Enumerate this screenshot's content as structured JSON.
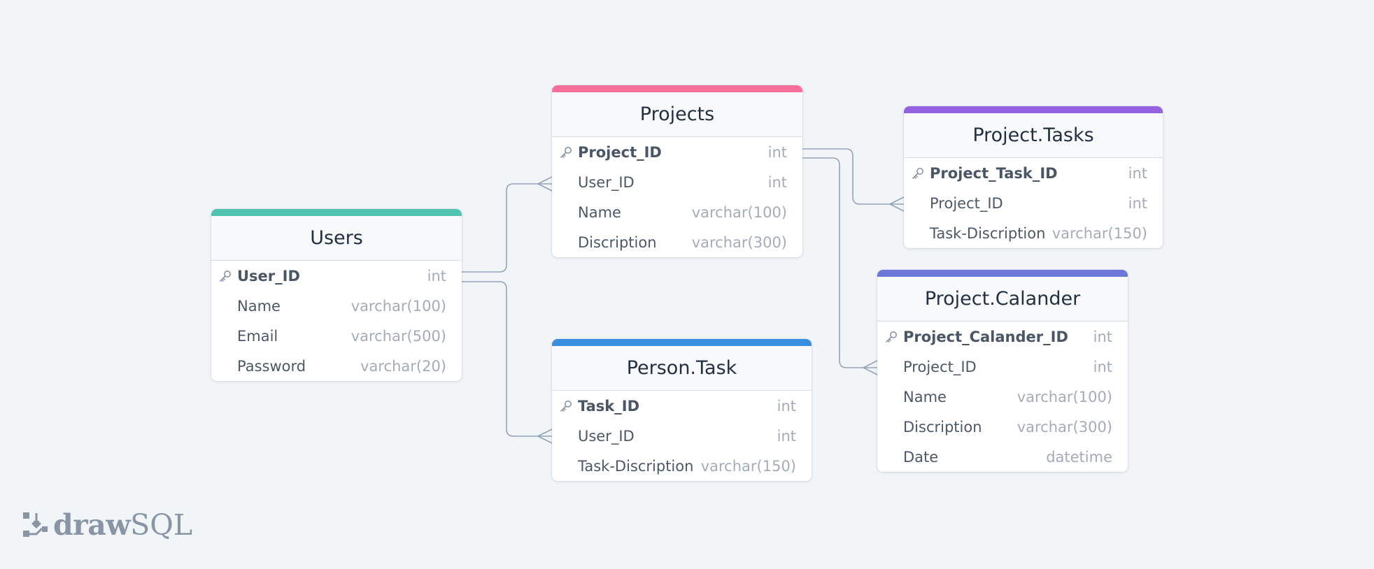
{
  "app": {
    "logo_prefix": "draw",
    "logo_suffix": "SQL"
  },
  "tables": [
    {
      "id": "users",
      "title": "Users",
      "accent": "#4fc4b0",
      "columns": [
        {
          "name": "User_ID",
          "type": "int",
          "pk": true
        },
        {
          "name": "Name",
          "type": "varchar(100)",
          "pk": false
        },
        {
          "name": "Email",
          "type": "varchar(500)",
          "pk": false
        },
        {
          "name": "Password",
          "type": "varchar(20)",
          "pk": false
        }
      ]
    },
    {
      "id": "projects",
      "title": "Projects",
      "accent": "#f86e9a",
      "columns": [
        {
          "name": "Project_ID",
          "type": "int",
          "pk": true
        },
        {
          "name": "User_ID",
          "type": "int",
          "pk": false
        },
        {
          "name": "Name",
          "type": "varchar(100)",
          "pk": false
        },
        {
          "name": "Discription",
          "type": "varchar(300)",
          "pk": false
        }
      ]
    },
    {
      "id": "project-tasks",
      "title": "Project.Tasks",
      "accent": "#9461e0",
      "columns": [
        {
          "name": "Project_Task_ID",
          "type": "int",
          "pk": true
        },
        {
          "name": "Project_ID",
          "type": "int",
          "pk": false
        },
        {
          "name": "Task-Discription",
          "type": "varchar(150)",
          "pk": false
        }
      ]
    },
    {
      "id": "person-task",
      "title": "Person.Task",
      "accent": "#3a8ee0",
      "columns": [
        {
          "name": "Task_ID",
          "type": "int",
          "pk": true
        },
        {
          "name": "User_ID",
          "type": "int",
          "pk": false
        },
        {
          "name": "Task-Discription",
          "type": "varchar(150)",
          "pk": false
        }
      ]
    },
    {
      "id": "project-calander",
      "title": "Project.Calander",
      "accent": "#6b78da",
      "columns": [
        {
          "name": "Project_Calander_ID",
          "type": "int",
          "pk": true
        },
        {
          "name": "Project_ID",
          "type": "int",
          "pk": false
        },
        {
          "name": "Name",
          "type": "varchar(100)",
          "pk": false
        },
        {
          "name": "Discription",
          "type": "varchar(300)",
          "pk": false
        },
        {
          "name": "Date",
          "type": "datetime",
          "pk": false
        }
      ]
    }
  ],
  "relationships": [
    {
      "from": "Users.User_ID",
      "to": "Projects.User_ID"
    },
    {
      "from": "Users.User_ID",
      "to": "Person.Task.User_ID"
    },
    {
      "from": "Projects.Project_ID",
      "to": "Project.Tasks.Project_ID"
    },
    {
      "from": "Projects.Project_ID",
      "to": "Project.Calander.Project_ID"
    }
  ]
}
